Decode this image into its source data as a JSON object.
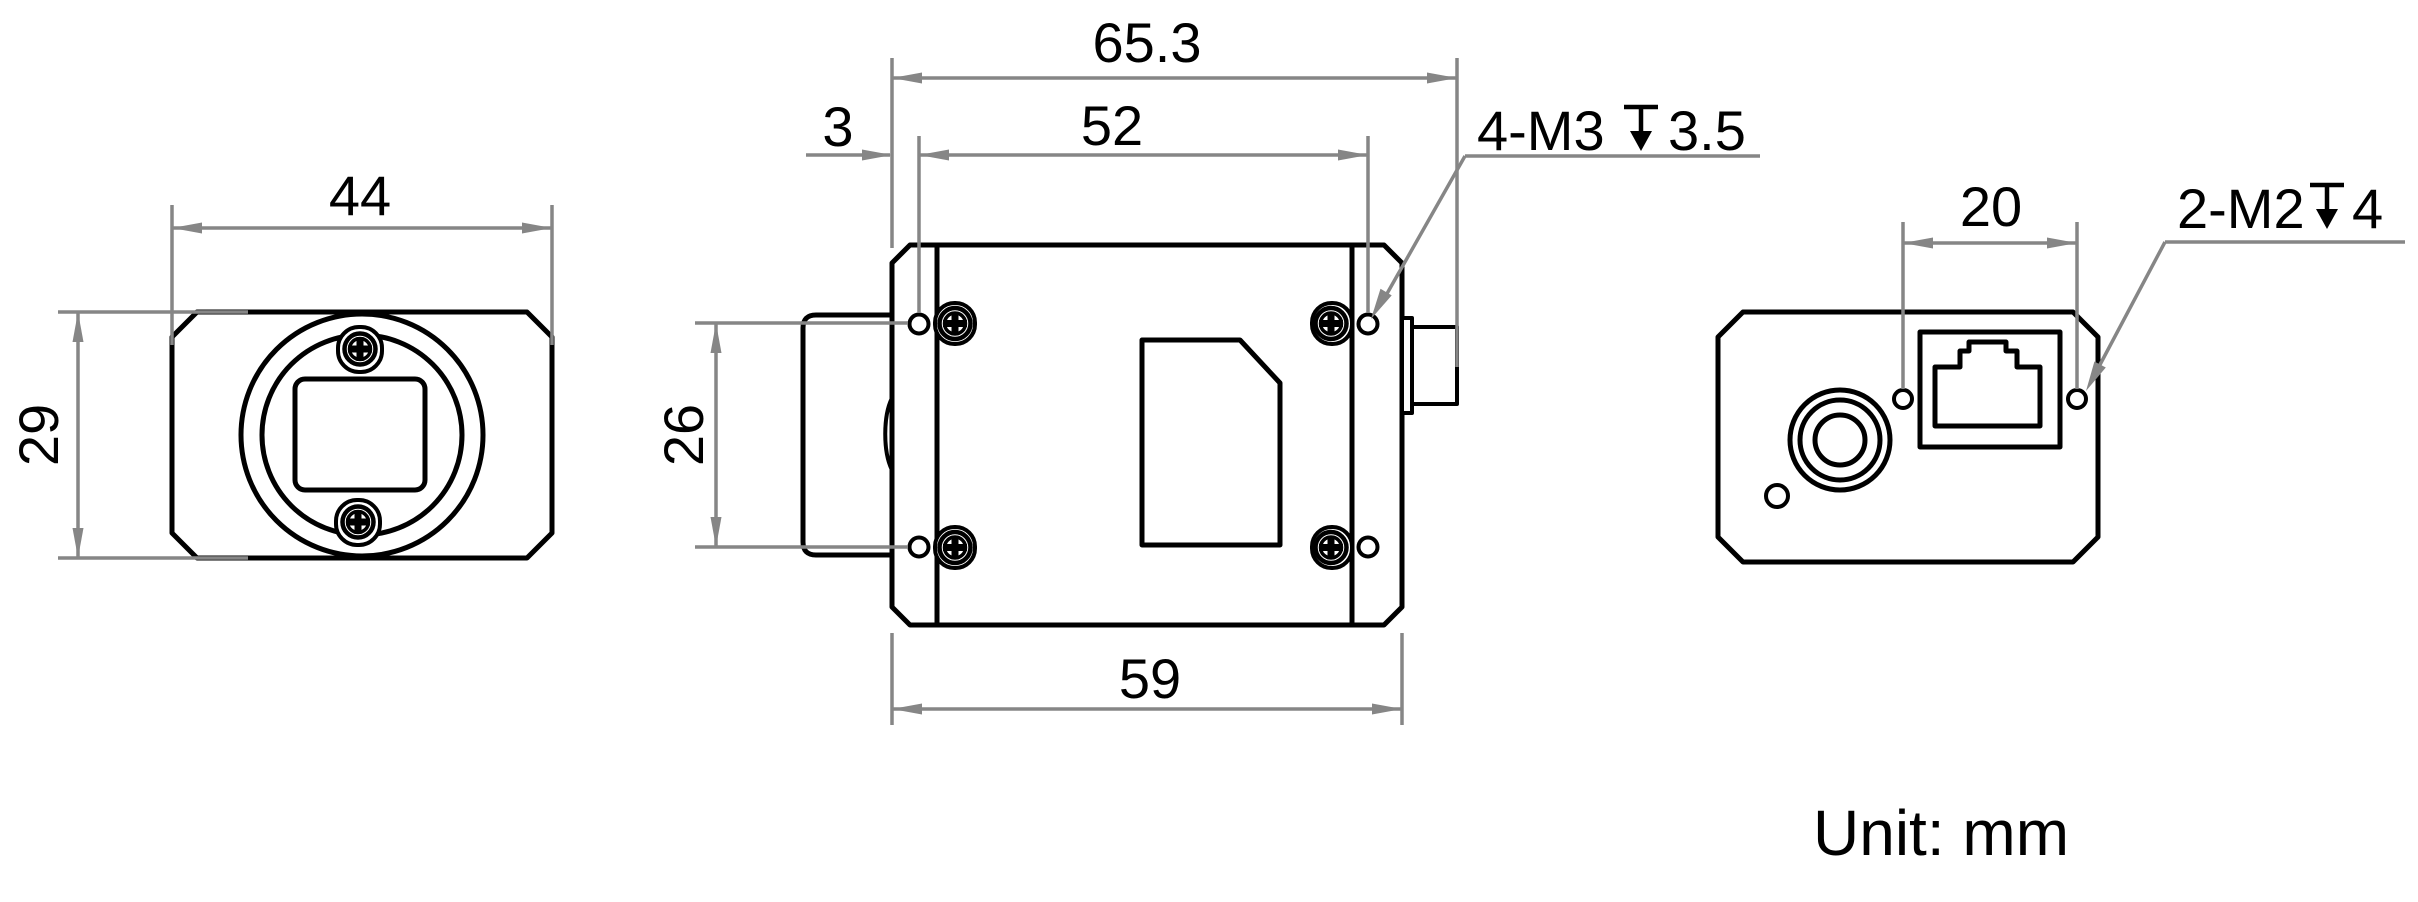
{
  "drawing": {
    "unit_label": "Unit: mm",
    "colors": {
      "line": "#000000",
      "dimension_gray": "#868686",
      "background": "#ffffff"
    },
    "front_view": {
      "width_mm": "44",
      "height_mm": "29"
    },
    "top_view": {
      "overall_length_mm": "65.3",
      "mount_hole_span_mm": "52",
      "front_hole_offset_mm": "3",
      "hole_row_span_mm": "26",
      "body_length_mm": "59",
      "mount_thread_prefix": "4-M3",
      "mount_thread_depth": "3.5"
    },
    "rear_view": {
      "m2_hole_span_mm": "20",
      "m2_thread_prefix": "2-M2",
      "m2_thread_depth": "4"
    }
  }
}
